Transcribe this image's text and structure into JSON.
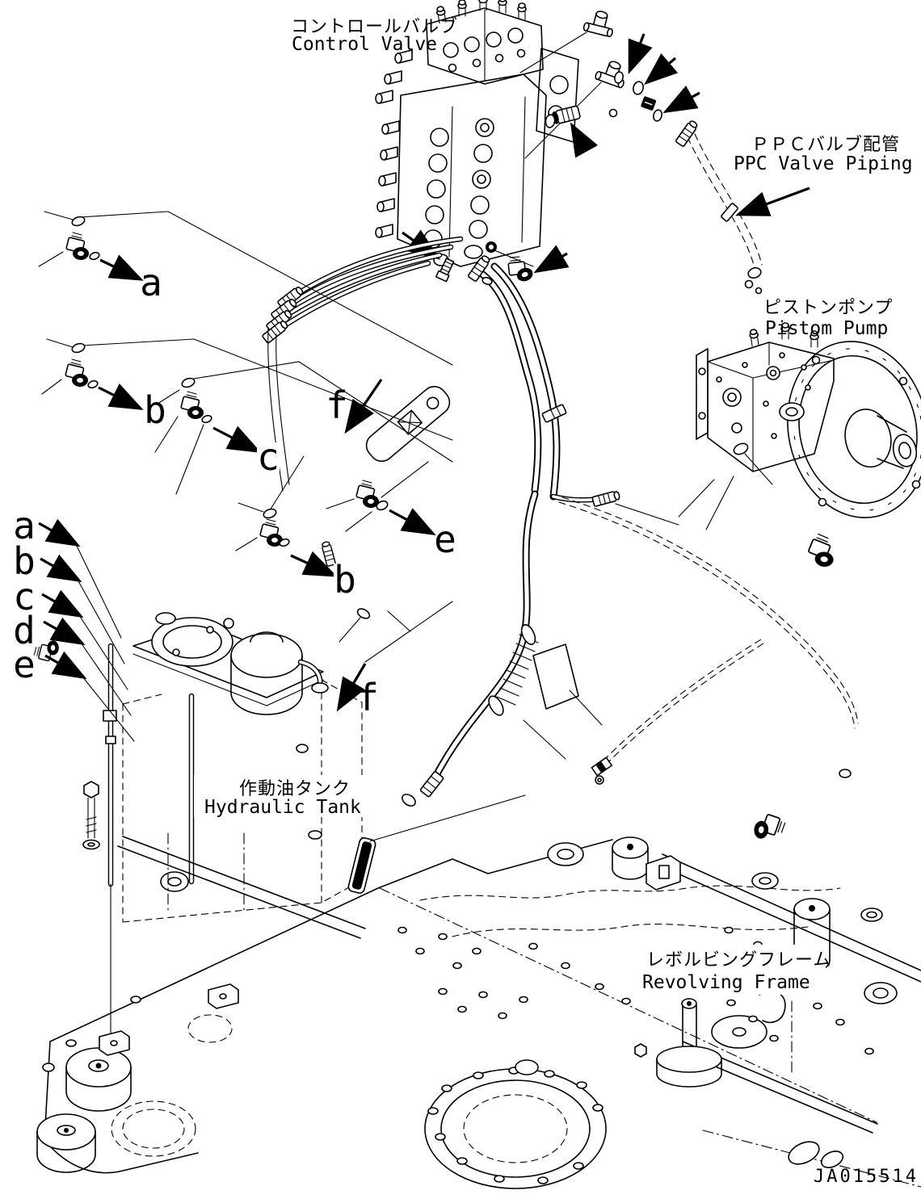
{
  "figure": {
    "drawing_number": "JA015514",
    "colors": {
      "ink": "#000000",
      "paper": "#ffffff"
    }
  },
  "labels": {
    "control_valve": {
      "jp": "コントロールバルブ",
      "en": "Control Valve"
    },
    "ppc_valve_piping": {
      "jp": "ＰＰＣバルブ配管",
      "en": "PPC Valve Piping"
    },
    "piston_pump": {
      "jp": "ピストンポンプ",
      "en": "Pistom Pump"
    },
    "hydraulic_tank": {
      "jp": "作動油タンク",
      "en": "Hydraulic Tank"
    },
    "revolving_frame": {
      "jp": "レボルビングフレーム",
      "en": "Revolving Frame"
    }
  },
  "callouts": {
    "a": "a",
    "b": "b",
    "c": "c",
    "d": "d",
    "e": "e",
    "f": "f"
  },
  "callout_column_order": [
    "a",
    "b",
    "c",
    "d",
    "e"
  ]
}
